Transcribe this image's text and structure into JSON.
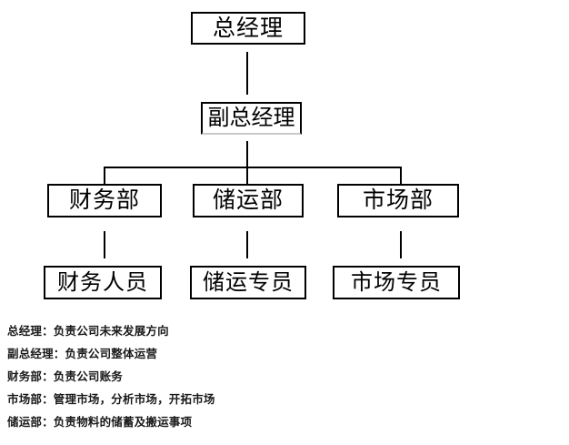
{
  "diagram": {
    "type": "organizational-chart",
    "title_text": "",
    "line_color": "#000000",
    "box_border_color": "#000000",
    "background_color": "#ffffff",
    "text_color": "#000000",
    "levels": [
      {
        "level": 1,
        "nodes": [
          {
            "id": "ceo",
            "label": "总经理"
          }
        ]
      },
      {
        "level": 2,
        "nodes": [
          {
            "id": "deputy",
            "label": "副总经理"
          }
        ]
      },
      {
        "level": 3,
        "nodes": [
          {
            "id": "finance-dept",
            "label": "财务部"
          },
          {
            "id": "logistics-dept",
            "label": "储运部"
          },
          {
            "id": "market-dept",
            "label": "市场部"
          }
        ]
      },
      {
        "level": 4,
        "nodes": [
          {
            "id": "finance-staff",
            "label": "财务人员"
          },
          {
            "id": "logistics-staff",
            "label": "储运专员"
          },
          {
            "id": "market-staff",
            "label": "市场专员"
          }
        ]
      }
    ],
    "edges": [
      {
        "from": "ceo",
        "to": "deputy"
      },
      {
        "from": "deputy",
        "to": "finance-dept"
      },
      {
        "from": "deputy",
        "to": "logistics-dept"
      },
      {
        "from": "deputy",
        "to": "market-dept"
      },
      {
        "from": "finance-dept",
        "to": "finance-staff"
      },
      {
        "from": "logistics-dept",
        "to": "logistics-staff"
      },
      {
        "from": "market-dept",
        "to": "market-staff"
      }
    ]
  },
  "legend": {
    "lines": [
      {
        "role": "总经理",
        "separator": "：",
        "duty": "负责公司未来发展方向",
        "full": "总经理：负责公司未来发展方向"
      },
      {
        "role": "副总经理",
        "separator": "：",
        "duty": "负责公司整体运营",
        "full": "副总经理：负责公司整体运营"
      },
      {
        "role": "财务部",
        "separator": "：",
        "duty": "负责公司账务",
        "full": "财务部：负责公司账务"
      },
      {
        "role": "市场部",
        "separator": "：",
        "duty": "管理市场，分析市场，开拓市场",
        "full": "市场部：管理市场，分析市场，开拓市场"
      },
      {
        "role": "储运部",
        "separator": "：",
        "duty": "负责物料的储蓄及搬运事项",
        "full": "储运部：负责物料的储蓄及搬运事项"
      }
    ]
  }
}
